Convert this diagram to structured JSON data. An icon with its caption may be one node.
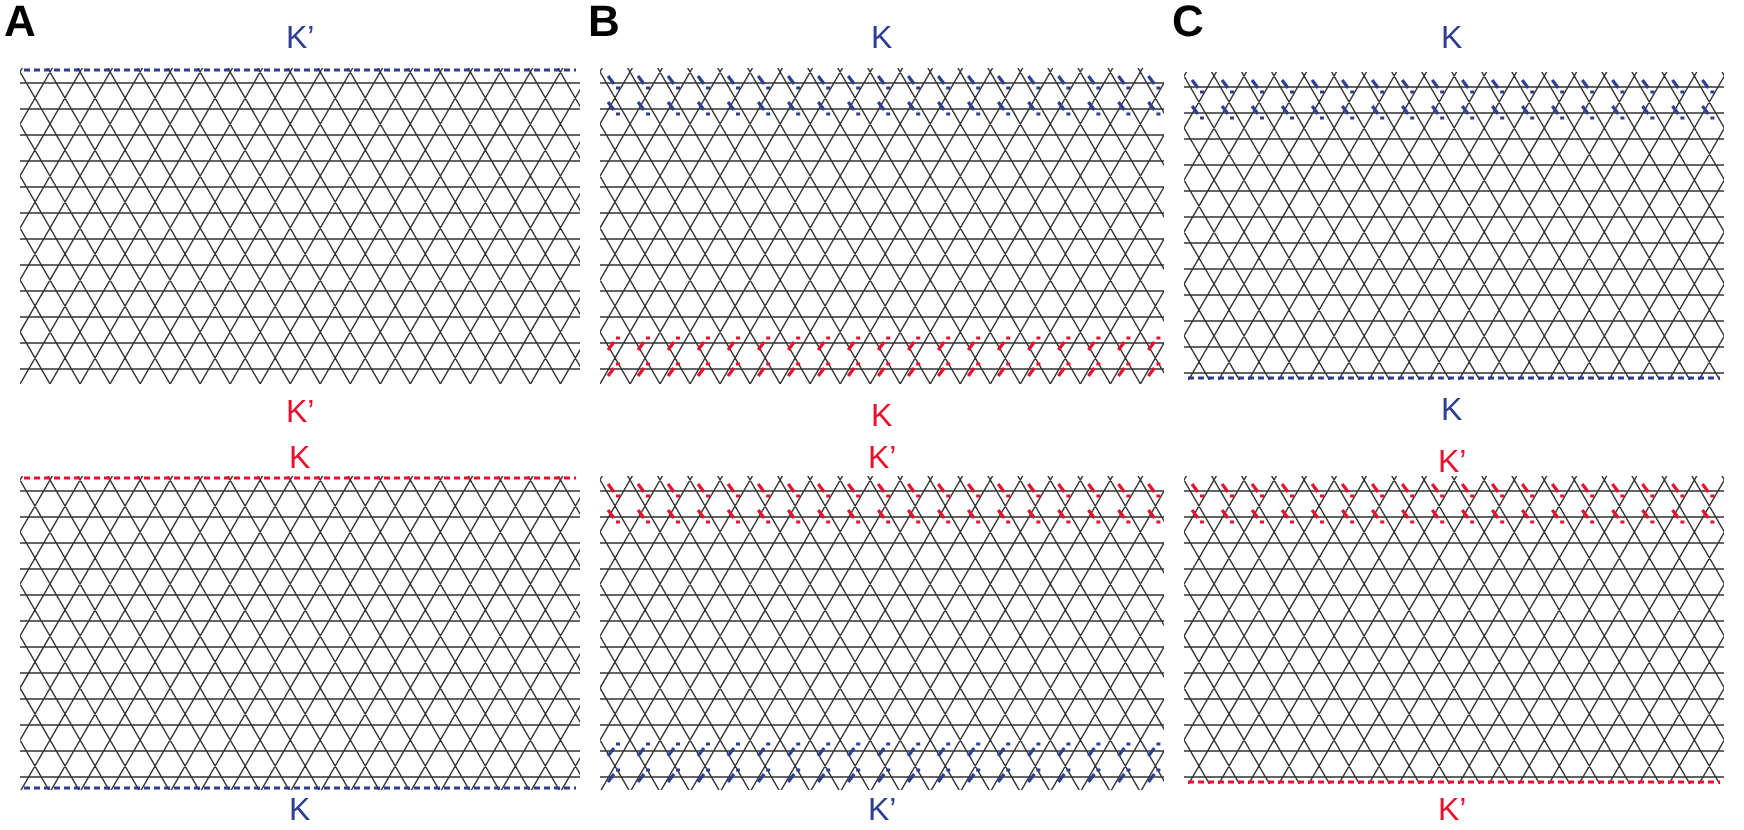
{
  "diagram": {
    "labels": [
      "A",
      "B",
      "C",
      "K’",
      "K",
      "K",
      "K’",
      "K",
      "K",
      "K",
      "K’",
      "K’",
      "K",
      "K’",
      "K’"
    ]
  }
}
